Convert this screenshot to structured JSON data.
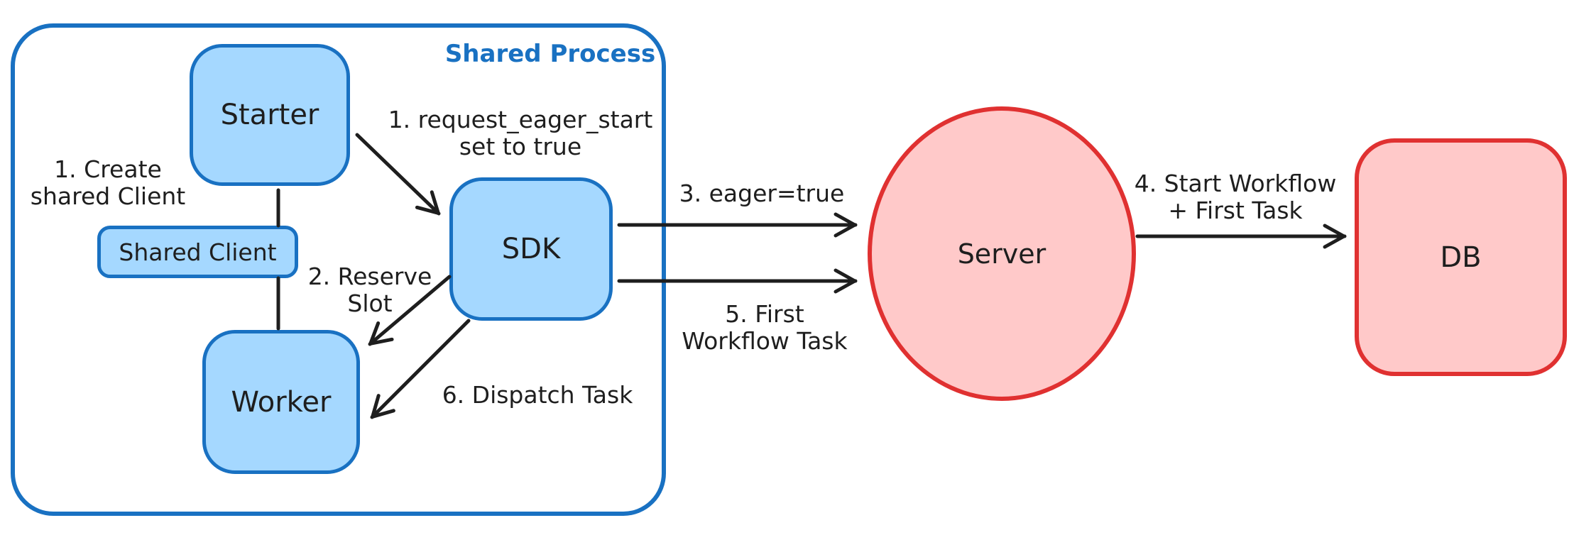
{
  "diagram": {
    "container": {
      "label": "Shared Process"
    },
    "nodes": {
      "starter": {
        "label": "Starter"
      },
      "shared_client": {
        "label": "Shared Client"
      },
      "worker": {
        "label": "Worker"
      },
      "sdk": {
        "label": "SDK"
      },
      "server": {
        "label": "Server"
      },
      "db": {
        "label": "DB"
      }
    },
    "annotations": {
      "create_shared_client": {
        "line1": "1. Create",
        "line2": "shared Client"
      },
      "request_eager_start": {
        "line1": "1. request_eager_start",
        "line2": "set to true"
      },
      "reserve_slot": {
        "line1": "2. Reserve",
        "line2": "Slot"
      },
      "eager_true": {
        "line1": "3. eager=true"
      },
      "start_workflow": {
        "line1": "4. Start Workflow",
        "line2": "+ First Task"
      },
      "first_workflow_task": {
        "line1": "5. First",
        "line2": "Workflow Task"
      },
      "dispatch_task": {
        "line1": "6. Dispatch Task"
      }
    },
    "colors": {
      "blue_border": "#1971c2",
      "blue_fill": "#a5d8ff",
      "red_border": "#e03131",
      "red_fill": "#ffc9c9",
      "text": "#1e1e1e",
      "container_label": "#1971c2",
      "arrow": "#1e1e1e",
      "background": "#ffffff"
    }
  }
}
